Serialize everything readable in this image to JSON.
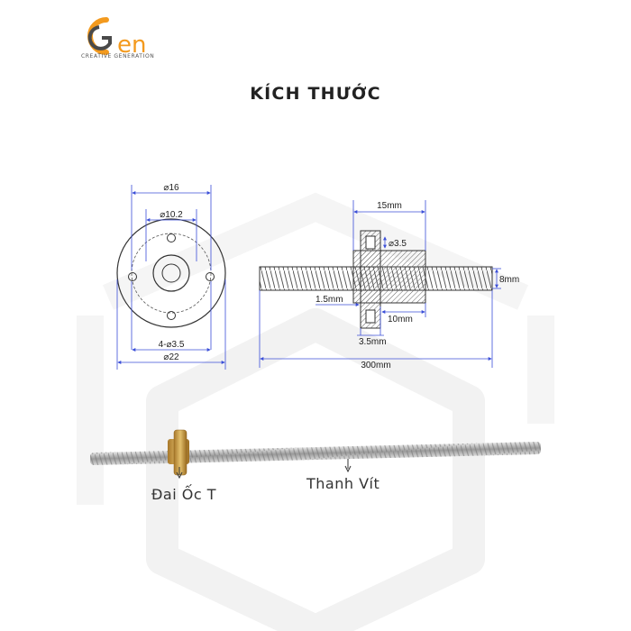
{
  "logo": {
    "text": "GEN",
    "tagline": "CREATIVE GENERATION",
    "accent": "#f39a1e",
    "dark": "#4a4a4a"
  },
  "title": "KÍCH THƯỚC",
  "flange_view": {
    "outer_diameter": "⌀22",
    "bolt_circle": "⌀16",
    "hub_diameter": "⌀10.2",
    "holes": "4-⌀3.5"
  },
  "side_view": {
    "nut_length": "15mm",
    "flange_hole": "⌀3.5",
    "screw_diameter": "8mm",
    "flange_thickness": "1.5mm",
    "hub_length": "10mm",
    "flange_width": "3.5mm",
    "screw_length": "300mm"
  },
  "photo_labels": {
    "nut": "Đai Ốc T",
    "screw": "Thanh Vít"
  },
  "colors": {
    "dimension_line": "#3b4fd8",
    "outline": "#333333",
    "brass": "#c9a14a",
    "steel": "#b7b7b7",
    "watermark": "#f3f3f3"
  }
}
